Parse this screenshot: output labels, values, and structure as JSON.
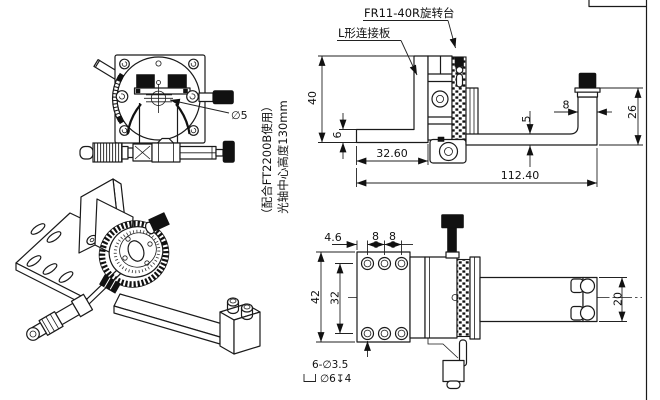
{
  "drawing": {
    "labels": {
      "rotary_stage": "FR11-40R旋转台",
      "l_plate": "L形连接板",
      "axis_note_1": "光轴中心高度130mm",
      "axis_note_2": "（配合FT2200B使用）",
      "hole_diameter": "∅5",
      "hole_note_1": "6-∅3.5",
      "hole_note_2": "∅6↧4"
    },
    "side_view": {
      "height": "40",
      "foot_thickness": "6",
      "foot_length": "32.60",
      "total_length": "112.40",
      "post_width": "8",
      "beam_thickness": "5",
      "post_height": "26"
    },
    "top_view": {
      "edge_offset": "4.6",
      "hole_pitch_a": "8",
      "hole_pitch_b": "8",
      "plate_height": "42",
      "row_spacing": "32",
      "end_width": "20"
    }
  }
}
